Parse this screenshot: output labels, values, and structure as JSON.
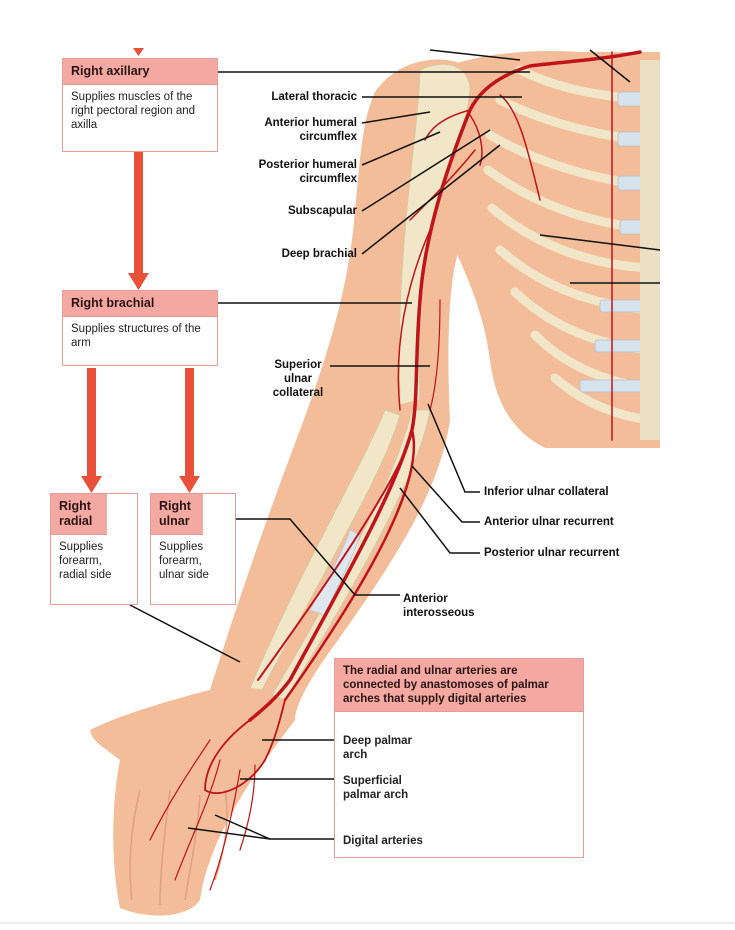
{
  "boxes": {
    "axillary": {
      "title": "Right axillary",
      "text": "Supplies muscles of the right pectoral region and axilla"
    },
    "brachial": {
      "title": "Right brachial",
      "text": "Supplies structures of the arm"
    },
    "radial": {
      "title": "Right radial",
      "text": "Supplies forearm, radial side"
    },
    "ulnar": {
      "title": "Right ulnar",
      "text": "Supplies forearm, ulnar side"
    },
    "palmar": {
      "title": "The radial and ulnar arteries are connected by anastomoses of palmar arches that supply digital arteries",
      "deep_arch": "Deep palmar arch",
      "superficial_arch": "Superficial palmar arch",
      "digital": "Digital arteries"
    }
  },
  "labels": {
    "lateral_thoracic": "Lateral thoracic",
    "anterior_humeral": "Anterior humeral circumflex",
    "posterior_humeral": "Posterior humeral circumflex",
    "subscapular": "Subscapular",
    "deep_brachial": "Deep brachial",
    "superior_ulnar": "Superior ulnar collateral",
    "inferior_ulnar": "Inferior ulnar collateral",
    "anterior_ulnar_recurrent": "Anterior ulnar recurrent",
    "posterior_ulnar_recurrent": "Posterior ulnar recurrent",
    "anterior_interosseous": "Anterior interosseous"
  },
  "colors": {
    "skin": "#f3bd9a",
    "bone": "#f1e6c8",
    "artery": "#c0141b",
    "flow_arrow": "#e8503a",
    "box_header": "#f3a9a1",
    "cartilage": "#d6e2ec"
  }
}
